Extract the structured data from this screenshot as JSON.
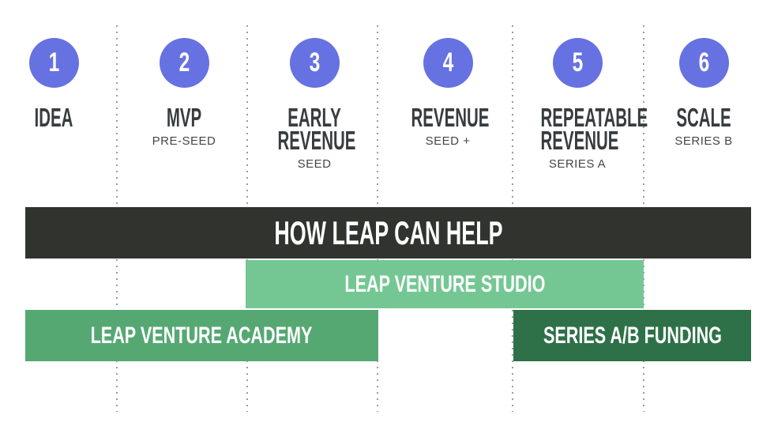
{
  "title": "HOW LEAP CAN HELP",
  "palette": {
    "stage_circle_blue": "#6671e2",
    "header_bar_dark": "#31342e",
    "studio_bar_green": "#74c793",
    "academy_bar_green": "#56a873",
    "funding_bar_green": "#2e7148",
    "stage_text_dark": "#383c3e",
    "divider_dot_gray": "#8e959a",
    "bar_text_white": "#ffffff"
  },
  "stages": [
    {
      "number": "1",
      "line1": "IDEA"
    },
    {
      "number": "2",
      "line1": "MVP",
      "subtitle": "PRE-SEED"
    },
    {
      "number": "3",
      "line1": "EARLY",
      "line2": "REVENUE",
      "subtitle": "SEED"
    },
    {
      "number": "4",
      "line1": "REVENUE",
      "subtitle": "SEED +"
    },
    {
      "number": "5",
      "line1": "REPEATABLE",
      "line2": "REVENUE",
      "subtitle": "SERIES A"
    },
    {
      "number": "6",
      "line1": "SCALE",
      "subtitle": "SERIES B"
    }
  ],
  "programs": {
    "header": "HOW LEAP CAN HELP",
    "studio": "LEAP VENTURE STUDIO",
    "academy": "LEAP VENTURE ACADEMY",
    "funding": "SERIES A/B FUNDING"
  }
}
